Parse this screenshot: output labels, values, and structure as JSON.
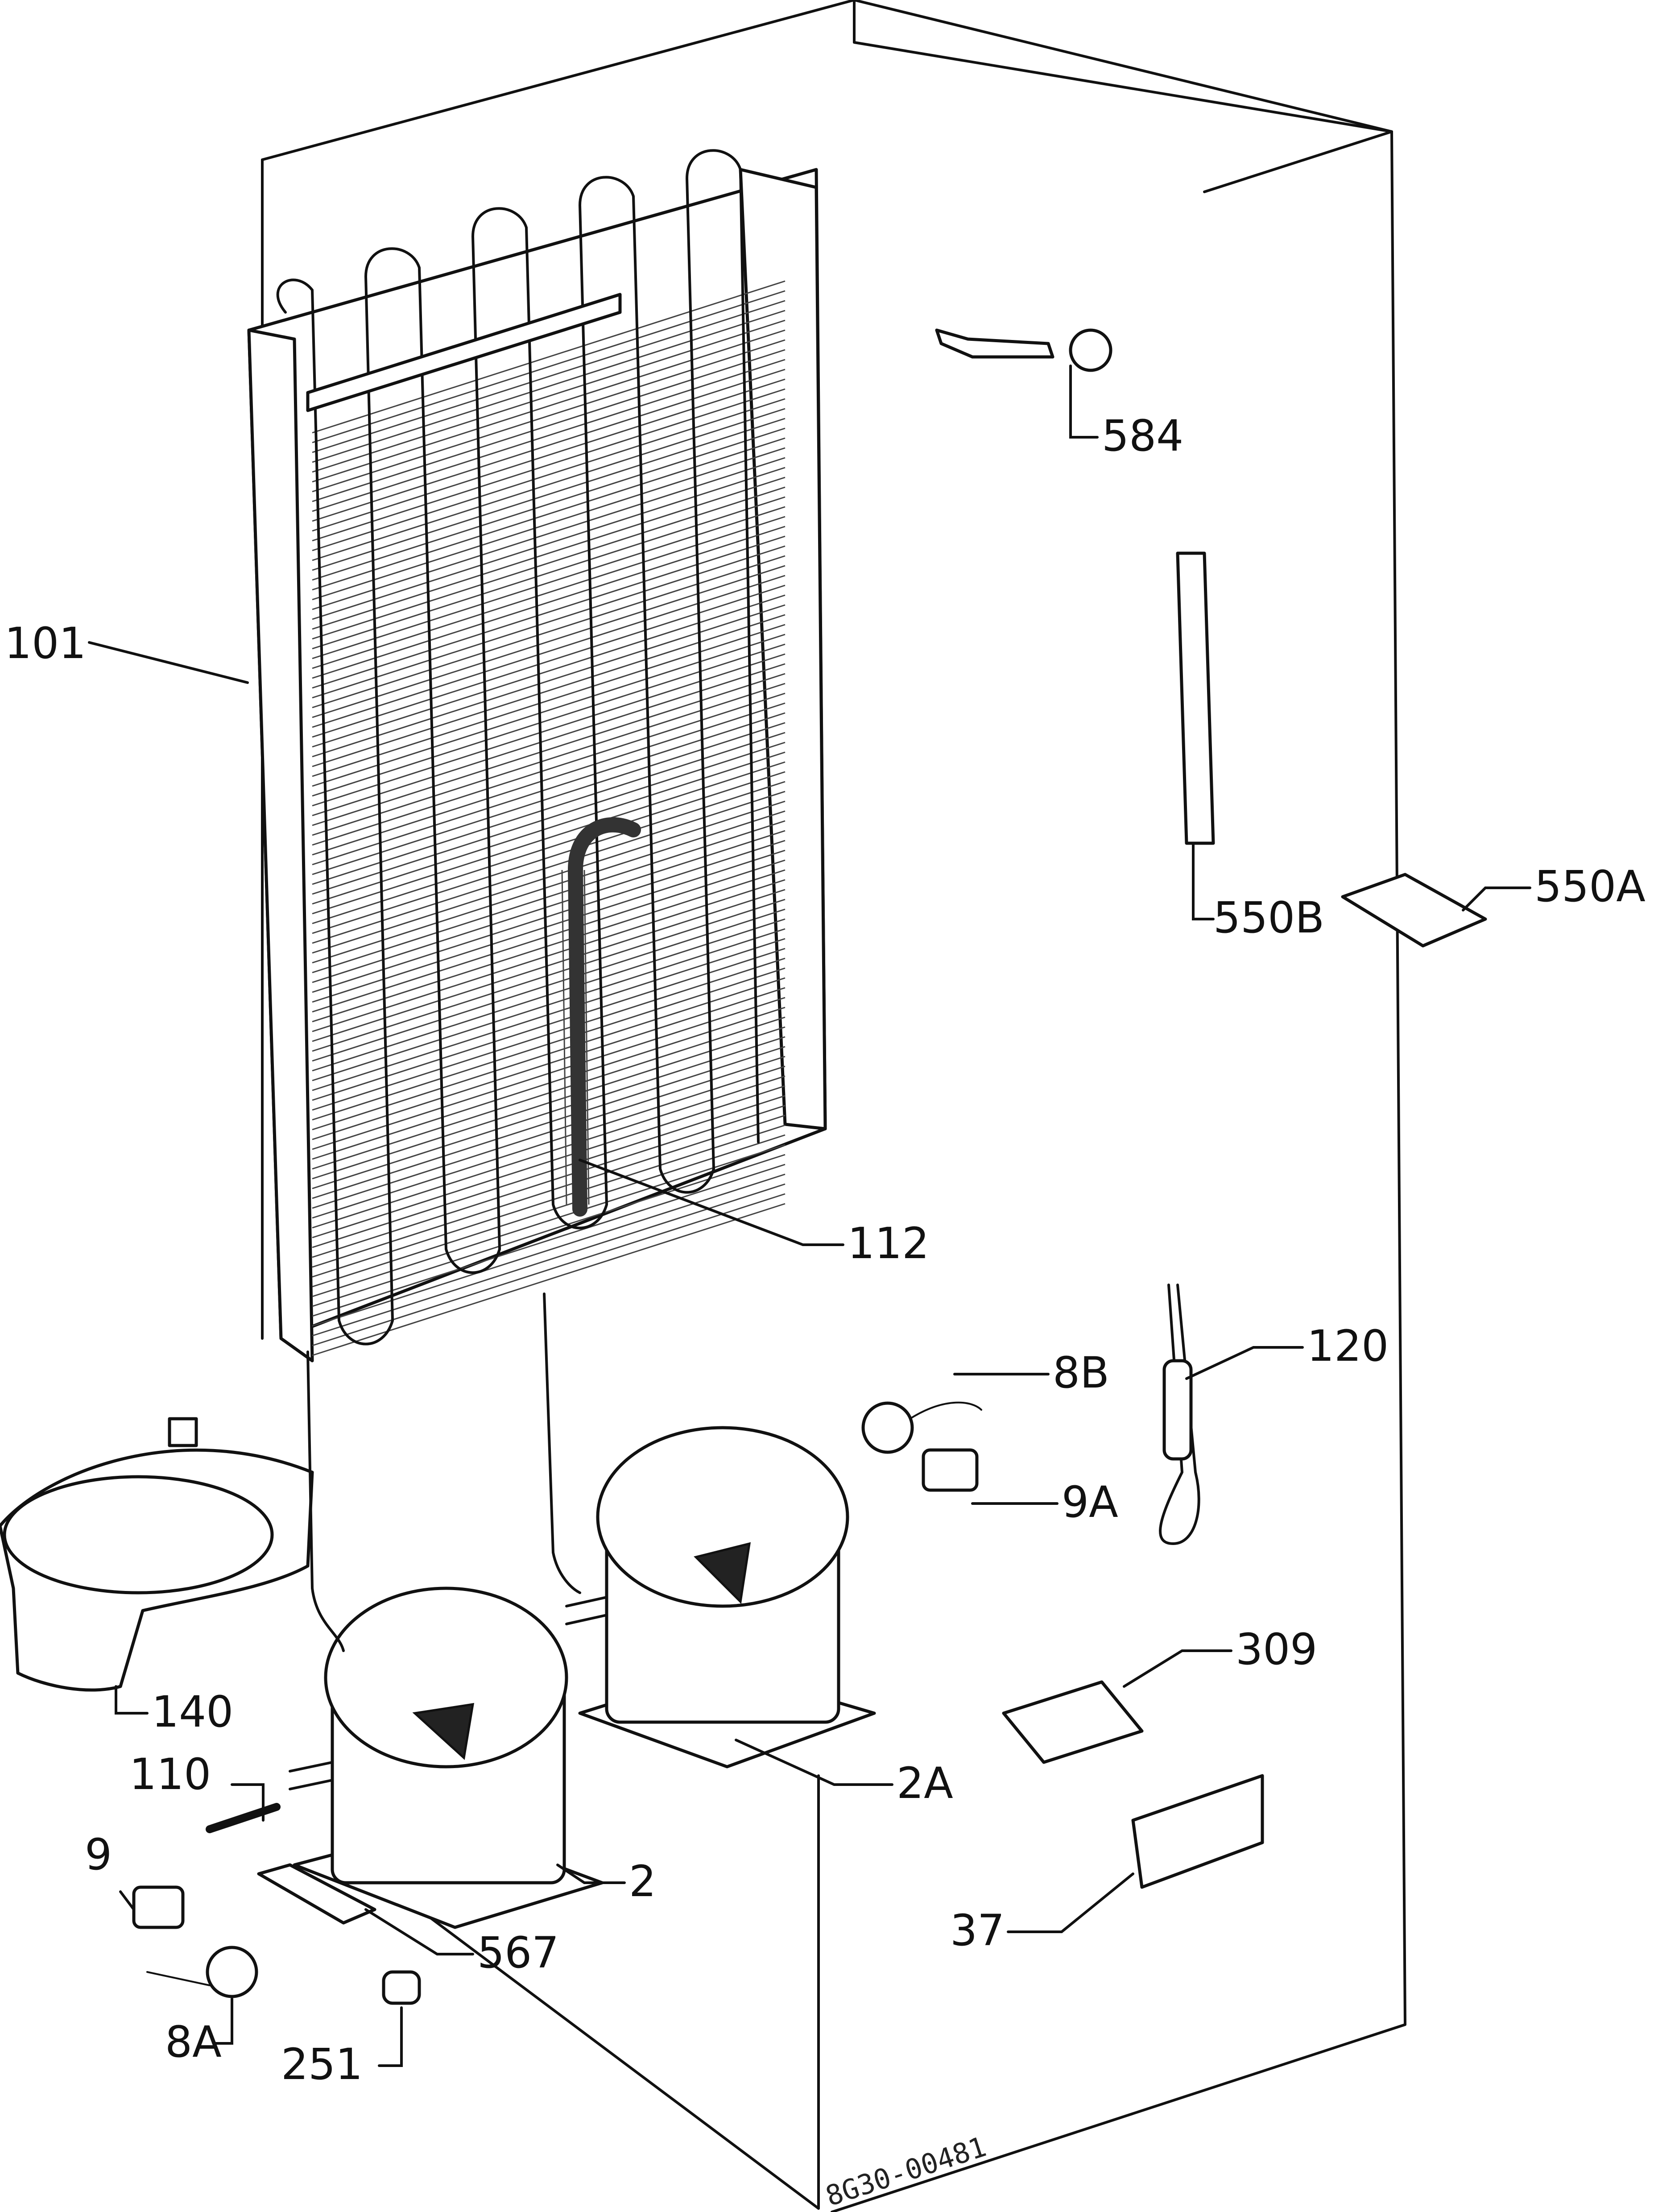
{
  "labels": {
    "c101": "101",
    "c584": "584",
    "c550b": "550B",
    "c550a": "550A",
    "c112": "112",
    "c120": "120",
    "c8b": "8B",
    "c9a": "9A",
    "c140": "140",
    "c309": "309",
    "c110": "110",
    "c9": "9",
    "c2a": "2A",
    "c2": "2",
    "c37": "37",
    "c567": "567",
    "c8a": "8A",
    "c251": "251"
  },
  "drawing_code": "8G30-00481"
}
